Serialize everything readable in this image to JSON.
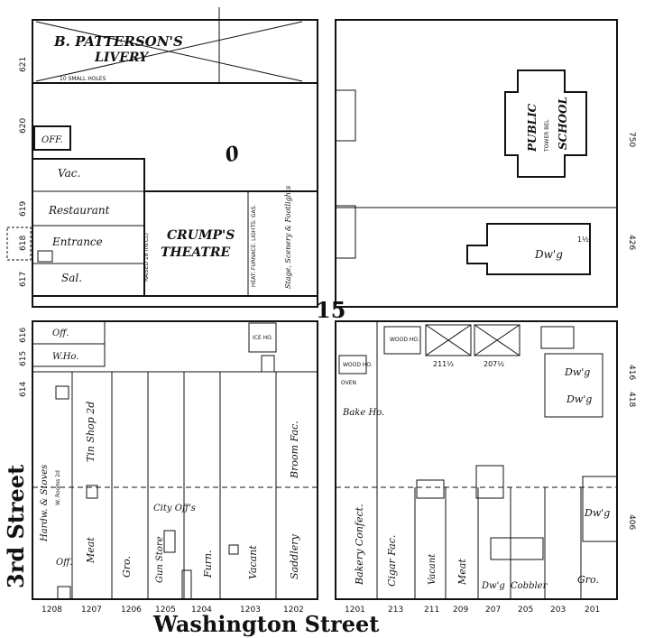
{
  "block_number": "15",
  "streets": {
    "south": "Washington Street",
    "west": "3rd Street"
  },
  "nw_block": {
    "livery": {
      "name_1": "B. PATTERSON'S",
      "name_2": "LIVERY",
      "note": "10 SMALL HOLES"
    },
    "office": "OFF.",
    "vacant": "Vac.",
    "restaurant": "Restaurant",
    "entrance": "Entrance",
    "saloon": "Sal.",
    "theatre_1": "CRUMP'S",
    "theatre_2": "THEATRE",
    "raised_note": "RAISED 18 (IN.CL)",
    "heating_note": "HEAT: FURNACE. LIGHTS: GAS.",
    "stage_note": "Stage, Scenery & Footlights",
    "story_marker": "0",
    "address_numbers": [
      "621",
      "620",
      "619",
      "618",
      "617"
    ]
  },
  "ne_block": {
    "school_1": "PUBLIC",
    "school_2": "SCHOOL",
    "tower_note": "TOWER BEL",
    "dwelling": "Dw'g",
    "story": "1½",
    "address_numbers": [
      "750",
      "426"
    ]
  },
  "sw_block": {
    "office": "Off.",
    "warehouse": "W.Ho.",
    "ice_house": "ICE HO.",
    "hardware": "Hardw. & Stoves",
    "rooms": "W. Rooms 2d",
    "tin_shop": "Tin Shop 2d",
    "meat": "Meat",
    "office_2": "Off.",
    "grocery": "Gro.",
    "city_offices": "City Off's",
    "gun_store": "Gun Store",
    "furniture": "Furn.",
    "vacant": "Vacant",
    "saddlery": "Saddlery",
    "broom_factory": "Broom Fac.",
    "address_numbers": [
      "616",
      "615",
      "614",
      "1208",
      "1207",
      "1206",
      "1205",
      "1204",
      "1203",
      "1202"
    ]
  },
  "se_block": {
    "wood_ho_1": "WOOD HO.",
    "wood_ho_2": "WOOD HO.",
    "oven": "OVEN",
    "bake_ho": "Bake Ho.",
    "bakery": "Bakery Confect.",
    "cigar_fac": "Cigar Fac.",
    "vacant": "Vacant",
    "meat": "Meat",
    "dwelling_1": "Dw'g",
    "cobbler": "Cobbler",
    "grocery": "Gro.",
    "dwelling_2": "Dw'g",
    "dwelling_3": "Dw'g",
    "dwelling_4": "Dw'g",
    "unit_1": "211½",
    "unit_2": "207½",
    "address_numbers": [
      "1201",
      "213",
      "211",
      "209",
      "207",
      "205",
      "203",
      "201",
      "416",
      "418",
      "406"
    ]
  }
}
